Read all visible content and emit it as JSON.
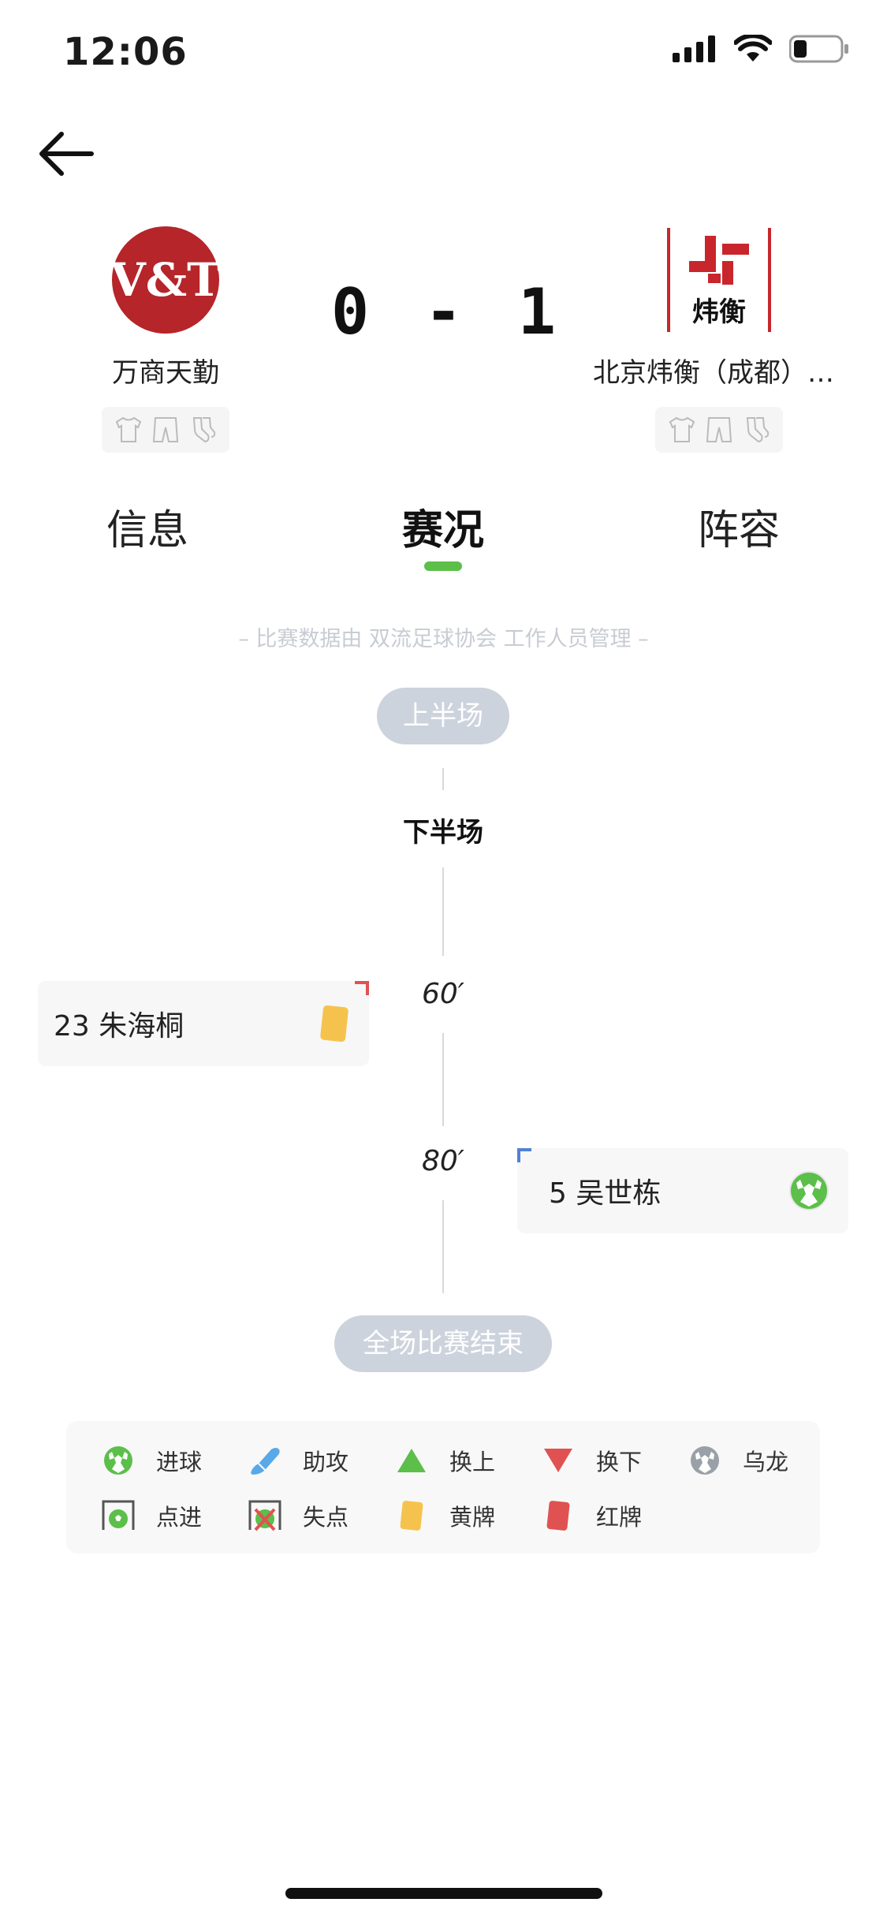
{
  "status_bar": {
    "time": "12:06"
  },
  "match": {
    "home_team": {
      "name": "万商天勤",
      "logo_text": "V&T"
    },
    "away_team": {
      "name": "北京炜衡（成都）…",
      "logo_text": "炜衡"
    },
    "score": {
      "home": "0",
      "separator": "-",
      "away": "1"
    }
  },
  "tabs": [
    {
      "label": "信息",
      "active": false
    },
    {
      "label": "赛况",
      "active": true
    },
    {
      "label": "阵容",
      "active": false
    }
  ],
  "data_note": "– 比赛数据由 双流足球协会 工作人员管理 –",
  "timeline": {
    "first_half": "上半场",
    "second_half": "下半场",
    "events": [
      {
        "minute": "60′",
        "side": "left",
        "text": "23 朱海桐",
        "type": "yellow-card"
      },
      {
        "minute": "80′",
        "side": "right",
        "text": "5 吴世栋",
        "type": "goal"
      }
    ],
    "full_time": "全场比赛结束"
  },
  "legend": [
    {
      "label": "进球",
      "icon": "goal-icon"
    },
    {
      "label": "助攻",
      "icon": "assist-boot-icon"
    },
    {
      "label": "换上",
      "icon": "sub-in-icon"
    },
    {
      "label": "换下",
      "icon": "sub-out-icon"
    },
    {
      "label": "乌龙",
      "icon": "own-goal-icon"
    },
    {
      "label": "点进",
      "icon": "penalty-goal-icon"
    },
    {
      "label": "失点",
      "icon": "penalty-miss-icon"
    },
    {
      "label": "黄牌",
      "icon": "yellow-card-icon"
    },
    {
      "label": "红牌",
      "icon": "red-card-icon"
    }
  ],
  "colors": {
    "accent_green": "#5cbf4a",
    "pill_gray": "#cdd3dd",
    "yellow_card": "#f5c34d",
    "red_card": "#e05252",
    "home_brand": "#b5252a",
    "away_brand": "#c8262c"
  }
}
